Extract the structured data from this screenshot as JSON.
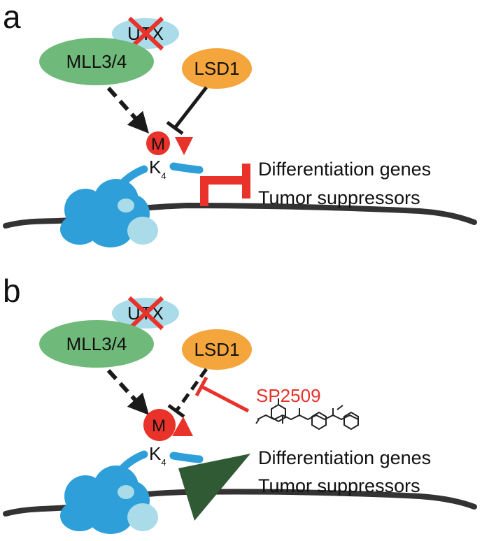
{
  "panels": [
    {
      "letter": "a",
      "mll": "MLL3/4",
      "utx": "UTX",
      "lsd1": "LSD1",
      "mark": "M",
      "lysine": "K",
      "lysine_pos": "4",
      "genes": [
        "Differentiation genes",
        "Tumor suppressors"
      ]
    },
    {
      "letter": "b",
      "mll": "MLL3/4",
      "utx": "UTX",
      "lsd1": "LSD1",
      "mark": "M",
      "lysine": "K",
      "lysine_pos": "4",
      "genes": [
        "Differentiation genes",
        "Tumor suppressors"
      ],
      "inhibitor": "SP2509"
    }
  ],
  "colors": {
    "mll": "#6fba7a",
    "utx": "#a9dbe8",
    "lsd1": "#f4a53b",
    "mark": "#e8322a",
    "inhibit": "#e8322a",
    "dna": "#333333",
    "nucleosome": "#2e9fd8",
    "activate": "#2f5a33"
  }
}
